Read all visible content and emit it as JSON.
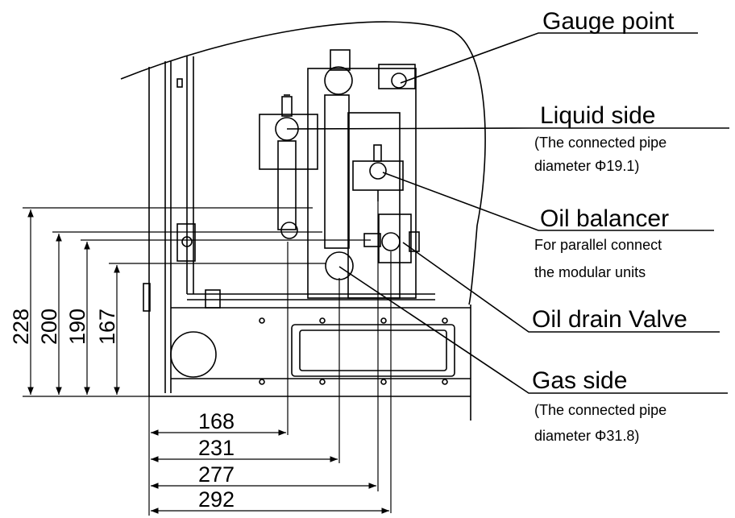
{
  "callouts": {
    "gauge_point": "Gauge point",
    "liquid_side": "Liquid side",
    "liquid_note_1": "(The connected pipe",
    "liquid_note_2": "diameter Φ19.1)",
    "oil_balancer": "Oil balancer",
    "oil_balancer_note_1": "For parallel connect",
    "oil_balancer_note_2": "the modular units",
    "oil_drain_valve": "Oil drain Valve",
    "gas_side": "Gas side",
    "gas_note_1": "(The connected pipe",
    "gas_note_2": "diameter Φ31.8)"
  },
  "dimensions": {
    "vertical": [
      "228",
      "200",
      "190",
      "167"
    ],
    "horizontal": [
      "168",
      "231",
      "277",
      "292"
    ]
  }
}
